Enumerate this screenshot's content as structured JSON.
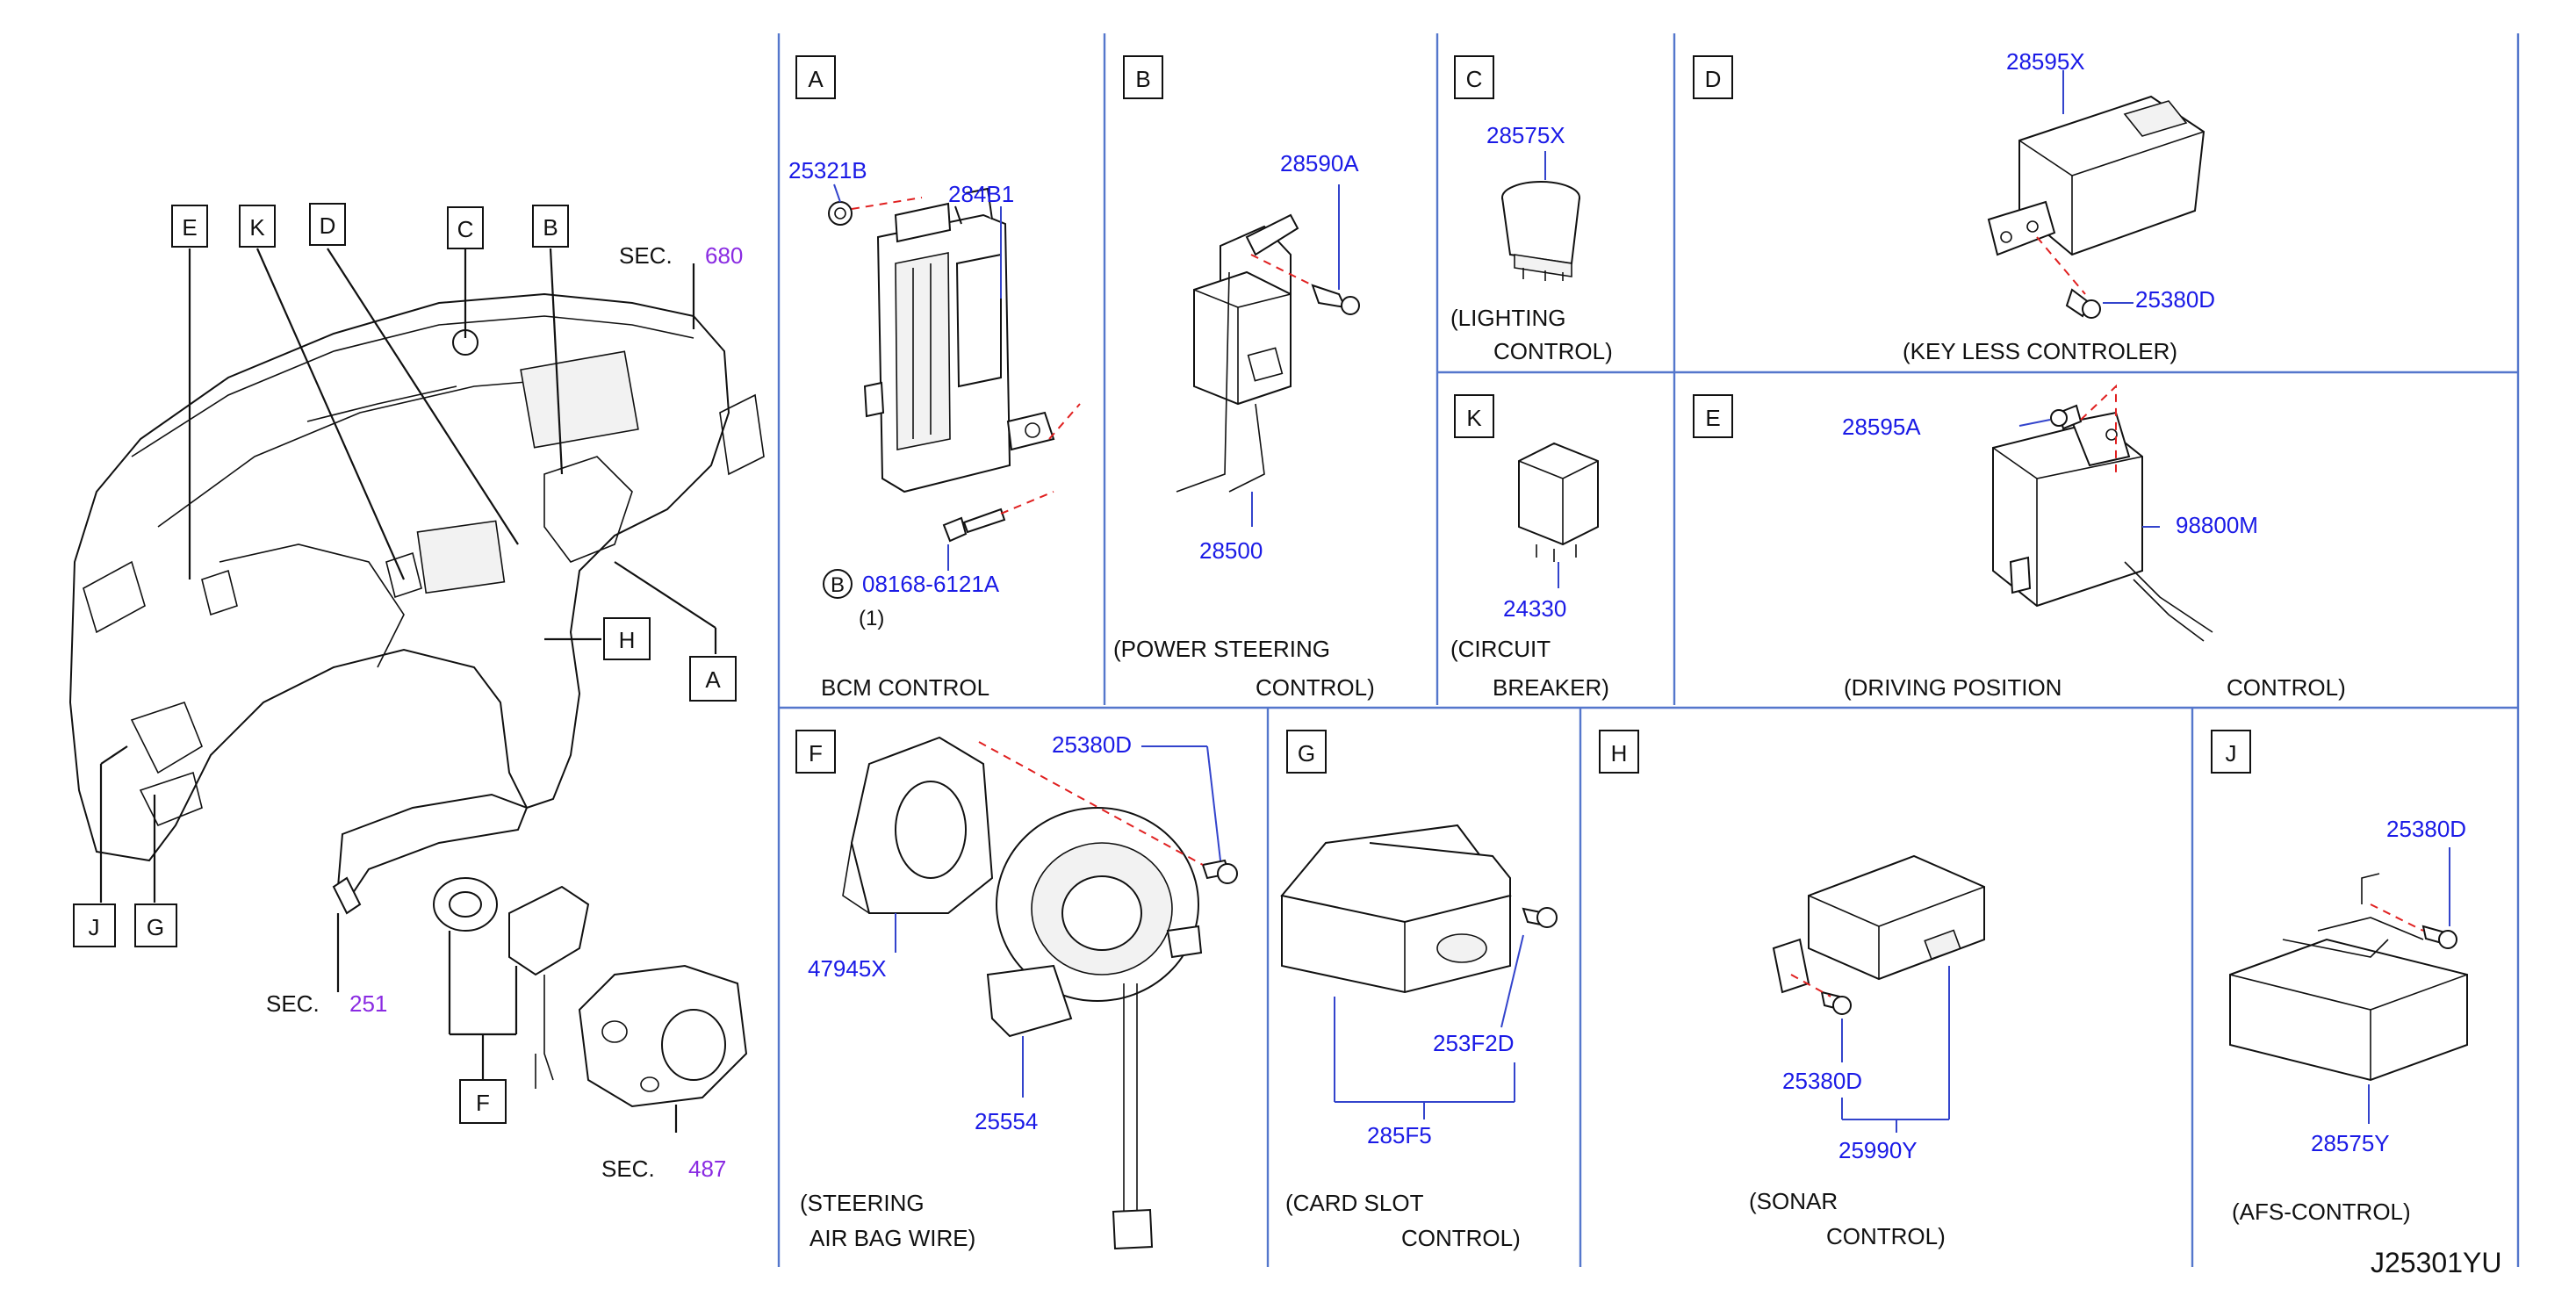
{
  "diagram_id": "J25301YU",
  "overview": {
    "callouts": [
      "E",
      "K",
      "D",
      "C",
      "B",
      "H",
      "A",
      "J",
      "G",
      "F"
    ],
    "sec_prefix": "SEC.",
    "sections": [
      "680",
      "251",
      "487"
    ]
  },
  "panels": {
    "A": {
      "letter": "A",
      "parts": [
        "25321B",
        "284B1",
        "08168-6121A"
      ],
      "qty": "(1)",
      "callout": "B",
      "caption": [
        "BCM CONTROL"
      ]
    },
    "B": {
      "letter": "B",
      "parts": [
        "28590A",
        "28500"
      ],
      "caption": [
        "(POWER STEERING",
        "CONTROL)"
      ]
    },
    "C": {
      "letter": "C",
      "parts": [
        "28575X"
      ],
      "caption": [
        "(LIGHTING",
        "CONTROL)"
      ]
    },
    "D": {
      "letter": "D",
      "parts": [
        "28595X",
        "25380D"
      ],
      "caption": [
        "(KEY  LESS  CONTROLER)"
      ]
    },
    "K": {
      "letter": "K",
      "parts": [
        "24330"
      ],
      "caption": [
        "(CIRCUIT",
        "BREAKER)"
      ]
    },
    "E": {
      "letter": "E",
      "parts": [
        "28595A",
        "98800M"
      ],
      "caption": [
        "(DRIVING  POSITION",
        "CONTROL)"
      ]
    },
    "F": {
      "letter": "F",
      "parts": [
        "25380D",
        "47945X",
        "25554"
      ],
      "caption": [
        "(STEERING",
        "AIR  BAG  WIRE)"
      ]
    },
    "G": {
      "letter": "G",
      "parts": [
        "253F2D",
        "285F5"
      ],
      "caption": [
        "(CARD  SLOT",
        "CONTROL)"
      ]
    },
    "H": {
      "letter": "H",
      "parts": [
        "25380D",
        "25990Y"
      ],
      "caption": [
        "(SONAR",
        "CONTROL)"
      ]
    },
    "J": {
      "letter": "J",
      "parts": [
        "25380D",
        "28575Y"
      ],
      "caption": [
        "(AFS-CONTROL)"
      ]
    }
  },
  "colors": {
    "part_number": "#1a1ae6",
    "section_number": "#8a2be2",
    "grid": "#5577cc",
    "phantom_line": "#e02020"
  }
}
